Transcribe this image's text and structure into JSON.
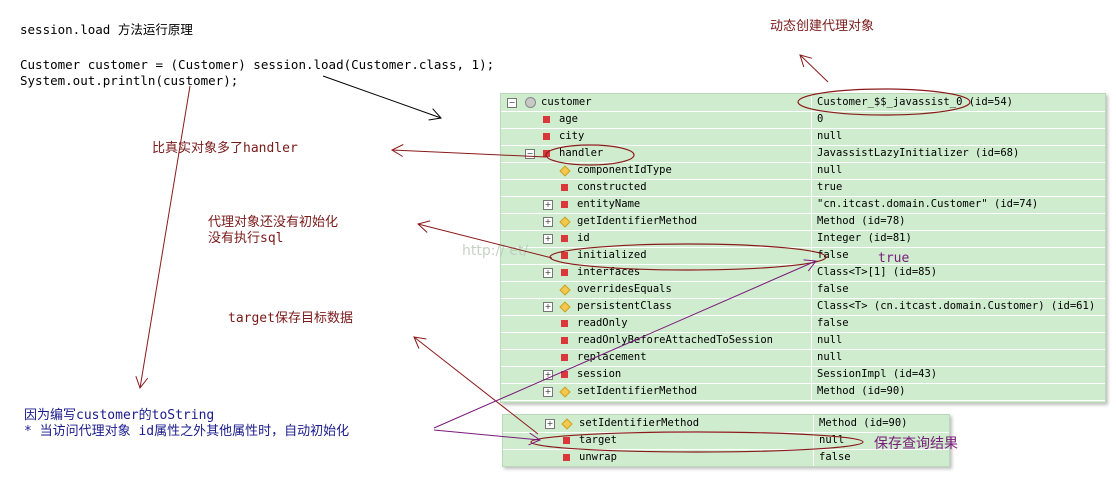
{
  "title": "session.load 方法运行原理",
  "code_lines": [
    "Customer customer = (Customer) session.load(Customer.class, 1);",
    "System.out.println(customer);"
  ],
  "annotations": {
    "dynamic_proxy": "动态创建代理对象",
    "extra_handler": "比真实对象多了handler",
    "not_initialized_1": "代理对象还没有初始化",
    "not_initialized_2": "没有执行sql",
    "target_saves": "target保存目标数据",
    "tostring_1": "因为编写customer的toString",
    "tostring_2": "* 当访问代理对象 id属性之外其他属性时，自动初始化",
    "true_label": "true",
    "save_result": "保存查询结果"
  },
  "watermark": "http://                          et/",
  "panel_top": {
    "rows": [
      {
        "name": "customer",
        "value": "Customer_$$_javassist_0  (id=54)",
        "indent": 0,
        "icon": "root",
        "expander": "minus"
      },
      {
        "name": "age",
        "value": "0",
        "indent": 1,
        "icon": "field"
      },
      {
        "name": "city",
        "value": "null",
        "indent": 1,
        "icon": "field"
      },
      {
        "name": "handler",
        "value": "JavassistLazyInitializer  (id=68)",
        "indent": 1,
        "icon": "field",
        "expander": "minus"
      },
      {
        "name": "componentIdType",
        "value": "null",
        "indent": 2,
        "icon": "diamond"
      },
      {
        "name": "constructed",
        "value": "true",
        "indent": 2,
        "icon": "field"
      },
      {
        "name": "entityName",
        "value": "\"cn.itcast.domain.Customer\" (id=74)",
        "indent": 2,
        "icon": "field",
        "expander": "plus"
      },
      {
        "name": "getIdentifierMethod",
        "value": "Method  (id=78)",
        "indent": 2,
        "icon": "diamond",
        "expander": "plus"
      },
      {
        "name": "id",
        "value": "Integer  (id=81)",
        "indent": 2,
        "icon": "field",
        "expander": "plus"
      },
      {
        "name": "initialized",
        "value": "false",
        "indent": 2,
        "icon": "field"
      },
      {
        "name": "interfaces",
        "value": "Class<T>[1]  (id=85)",
        "indent": 2,
        "icon": "field",
        "expander": "plus"
      },
      {
        "name": "overridesEquals",
        "value": "false",
        "indent": 2,
        "icon": "diamond"
      },
      {
        "name": "persistentClass",
        "value": "Class<T> (cn.itcast.domain.Customer) (id=61)",
        "indent": 2,
        "icon": "diamond",
        "expander": "plus"
      },
      {
        "name": "readOnly",
        "value": "false",
        "indent": 2,
        "icon": "field"
      },
      {
        "name": "readOnlyBeforeAttachedToSession",
        "value": "null",
        "indent": 2,
        "icon": "field"
      },
      {
        "name": "replacement",
        "value": "null",
        "indent": 2,
        "icon": "field"
      },
      {
        "name": "session",
        "value": "SessionImpl  (id=43)",
        "indent": 2,
        "icon": "field",
        "expander": "plus"
      },
      {
        "name": "setIdentifierMethod",
        "value": "Method  (id=90)",
        "indent": 2,
        "icon": "diamond",
        "expander": "plus"
      }
    ]
  },
  "panel_bottom": {
    "rows": [
      {
        "name": "setIdentifierMethod",
        "value": "Method  (id=90)",
        "indent": 2,
        "icon": "diamond",
        "expander": "plus"
      },
      {
        "name": "target",
        "value": "null",
        "indent": 2,
        "icon": "field"
      },
      {
        "name": "unwrap",
        "value": "false",
        "indent": 2,
        "icon": "field"
      }
    ]
  },
  "colors": {
    "panel_bg": "#cfeccf",
    "annotation_dark_red": "#7a1a1a",
    "annotation_blue": "#1a1a8c",
    "annotation_purple": "#7a1a7a",
    "ellipse_stroke": "#8b1a1a",
    "arrow_stroke": "#000000"
  }
}
